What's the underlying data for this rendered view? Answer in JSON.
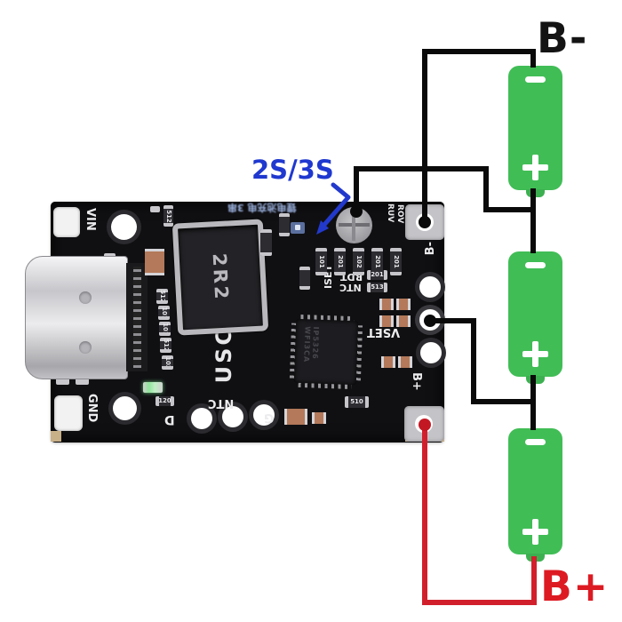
{
  "labels": {
    "battery_negative": "B-",
    "battery_positive": "B+",
    "cell_mode": "2S/3S"
  },
  "colors": {
    "background": "#ffffff",
    "battery_green": "#41bd56",
    "wire_black": "#0a0a0a",
    "wire_red": "#d1202c",
    "annotation_blue": "#1f38cf",
    "annotation_red": "#dd1a22",
    "board_black": "#101013"
  },
  "board": {
    "silk": {
      "vin": "VIN",
      "gnd": "GND",
      "usc": "USC",
      "ntc_bottom": "NTC",
      "pad_d": "D",
      "pad_g": "G",
      "iset": "ISET",
      "rdt": "RDT",
      "ntc_right": "NTC",
      "vset": "VSET",
      "ruv": "RUV",
      "rov": "ROV",
      "pad_b_minus": "B-",
      "pad_b_plus": "B+",
      "cn_note": "锂电池充电 3串"
    },
    "markings": {
      "inductor": "2R2",
      "ic_line1": "IP5326",
      "ic_line2": "WFI3CA"
    },
    "resistors": {
      "left_col": [
        "512",
        "101",
        "101",
        "512",
        "102"
      ],
      "pot_row": [
        "101",
        "201",
        "102",
        "201",
        "201"
      ],
      "misc": [
        "201",
        "513",
        "510",
        "120",
        "512"
      ]
    }
  },
  "batteries": [
    {
      "terminal_top": "-",
      "terminal_bottom": "+"
    },
    {
      "terminal_top": "-",
      "terminal_bottom": "+"
    },
    {
      "terminal_top": "-",
      "terminal_bottom": "+"
    }
  ]
}
